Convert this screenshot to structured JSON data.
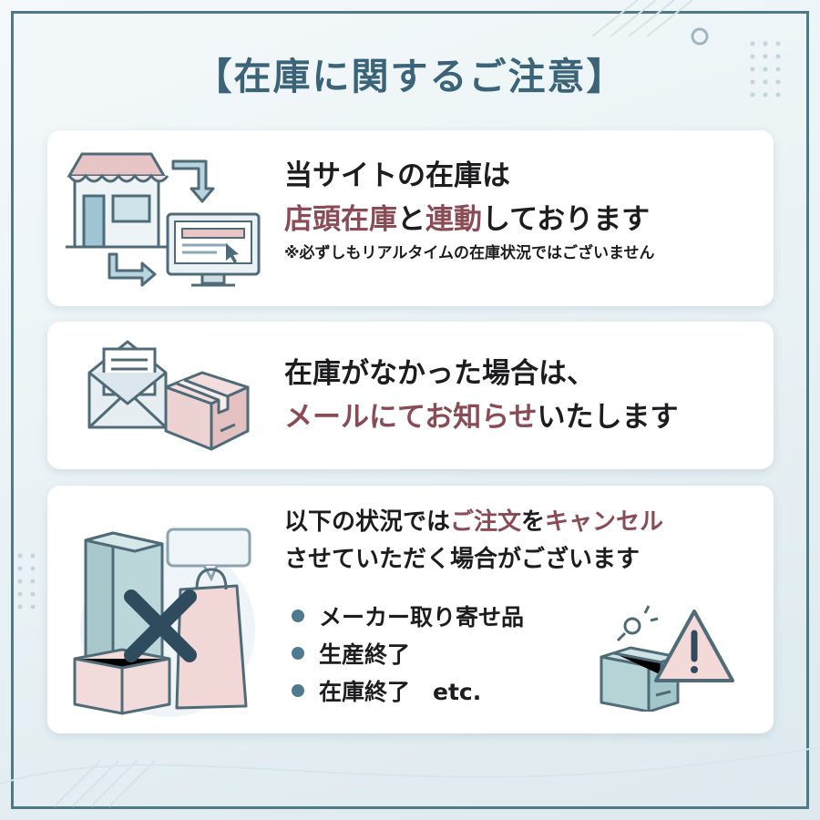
{
  "title": "【在庫に関するご注意】",
  "cards": [
    {
      "line1": "当サイトの在庫は",
      "line2": {
        "hl1": "店頭在庫",
        "t1": "と",
        "hl2": "連動",
        "t2": "しております"
      },
      "note": "※必ずしもリアルタイムの在庫状況ではございません",
      "icons": [
        "store-icon",
        "sync-arrows-icon",
        "computer-icon"
      ]
    },
    {
      "line1": "在庫がなかった場合は、",
      "line2": {
        "hl": "メールにてお知らせ",
        "t": "いたします"
      },
      "icons": [
        "mail-icon",
        "box-icon"
      ]
    },
    {
      "line1": {
        "t1": "以下の状況では",
        "hl1": "ご注文",
        "t2": "を",
        "hl2": "キャンセル"
      },
      "line2": "させていただく場合がございます",
      "bullets": [
        "メーカー取り寄せ品",
        "生産終了",
        "在庫終了　etc."
      ],
      "icons": [
        "cancel-x-icon",
        "warning-icon",
        "package-icon"
      ]
    }
  ],
  "colors": {
    "frame": "#4f7889",
    "title": "#3b6479",
    "highlight": "#8a4b55",
    "bullet": "#4f7a8f"
  }
}
